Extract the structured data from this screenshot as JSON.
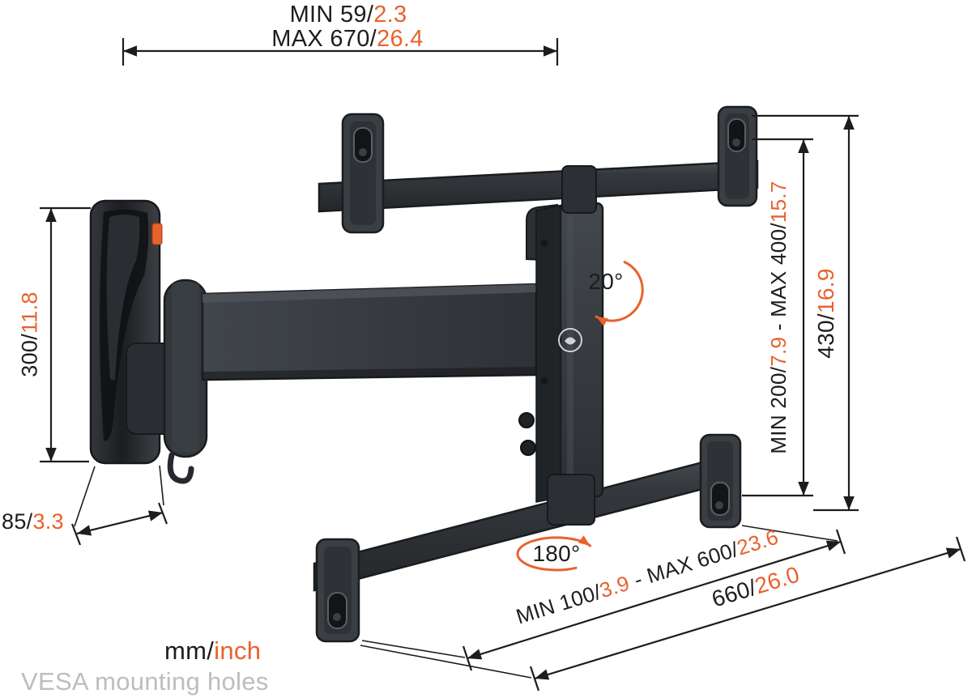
{
  "colors": {
    "text_dark": "#1d1d1b",
    "accent_orange": "#e8622c",
    "muted_gray": "#bdbdbd",
    "product_dark": "#33373b"
  },
  "dimensions": {
    "distance_min": {
      "mm": "MIN 59/",
      "inch": "2.3"
    },
    "distance_max": {
      "mm": "MAX 670/",
      "inch": "26.4"
    },
    "plate_height": {
      "mm": "300/",
      "inch": "11.8"
    },
    "plate_depth": {
      "mm": "85/",
      "inch": "3.3"
    },
    "vesa_vertical": {
      "mm_min": "MIN 200/",
      "inch_min": "7.9",
      "mm_max": " - MAX 400/",
      "inch_max": "15.7"
    },
    "total_height": {
      "mm": "430/",
      "inch": "16.9"
    },
    "vesa_horizontal": {
      "mm_min": "MIN 100/",
      "inch_min": "3.9",
      "mm_max": " - MAX 600/",
      "inch_max": "23.6"
    },
    "rail_length": {
      "mm": "660/",
      "inch": "26.0"
    }
  },
  "angles": {
    "tilt": "20°",
    "rotation": "180°"
  },
  "legend": {
    "units_mm": "mm/",
    "units_inch": "inch",
    "note": "VESA mounting holes"
  }
}
